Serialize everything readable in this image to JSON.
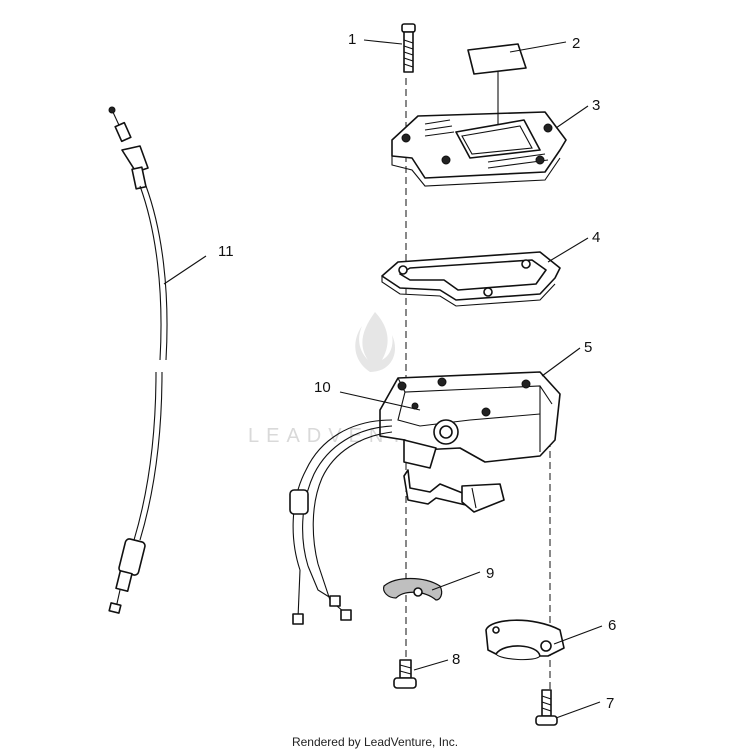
{
  "callouts": {
    "c1": "1",
    "c2": "2",
    "c3": "3",
    "c4": "4",
    "c5": "5",
    "c6": "6",
    "c7": "7",
    "c8": "8",
    "c9": "9",
    "c10": "10",
    "c11": "11"
  },
  "watermark": {
    "text": "LEADVENTURE"
  },
  "footer": {
    "text": "Rendered by LeadVenture, Inc."
  },
  "colors": {
    "line": "#111111",
    "watermark": "#d9d9d9",
    "background": "#ffffff"
  }
}
